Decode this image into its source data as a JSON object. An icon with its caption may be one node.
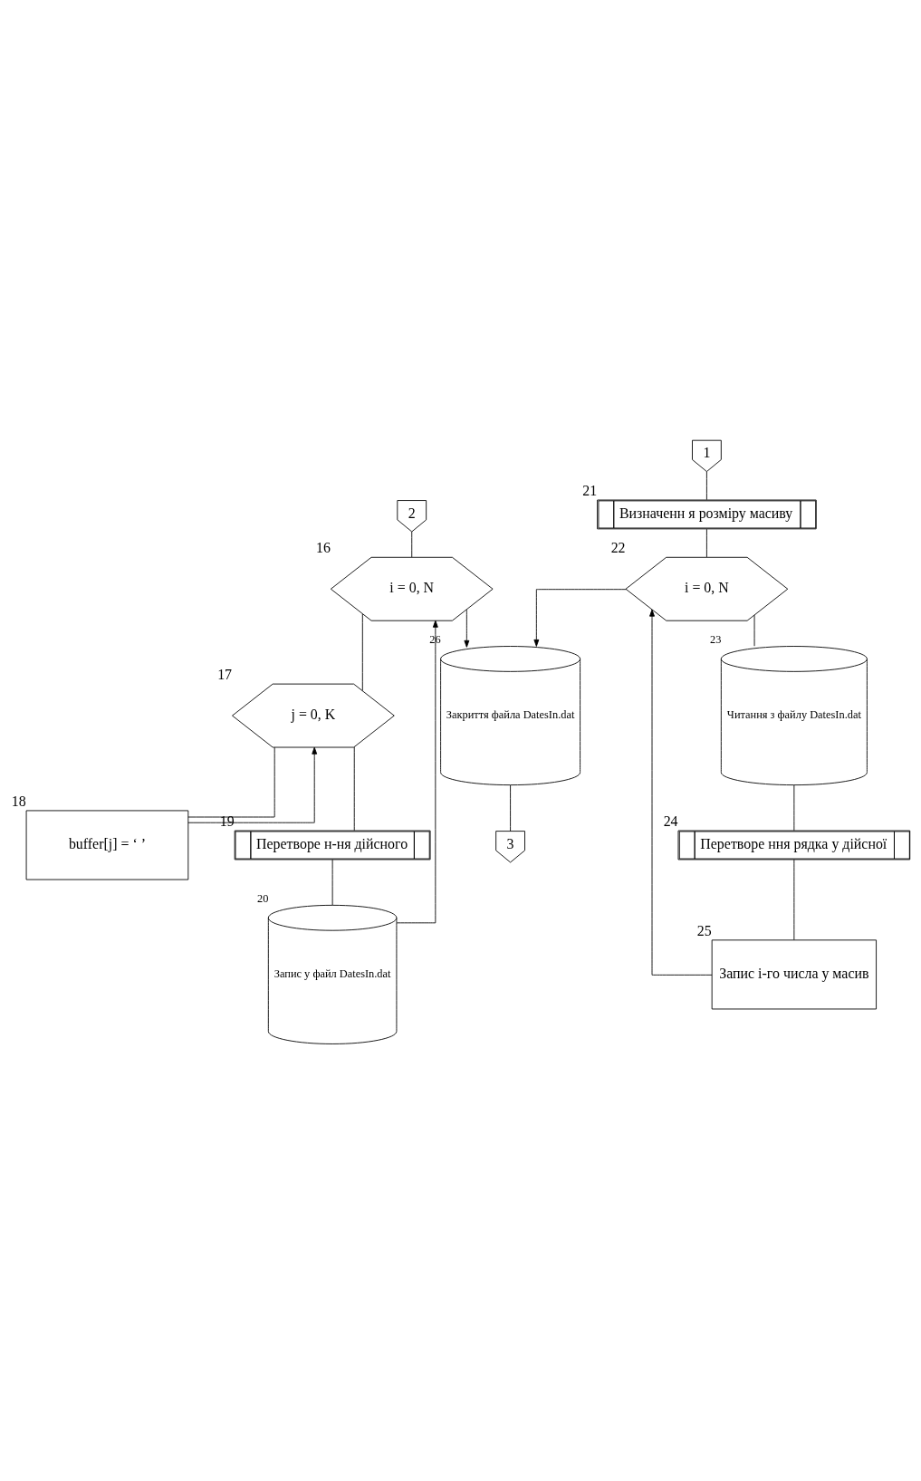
{
  "diagram": {
    "nodes": [
      {
        "text": [
          "2"
        ]
      },
      {
        "text": [
          "i = 0, N"
        ],
        "beside": [
          "16"
        ]
      },
      {
        "text": [
          "j = 0, K"
        ],
        "beside": [
          "17"
        ]
      },
      {
        "text": [
          "buffer[j] = ‘ ’"
        ],
        "beside": [
          "18"
        ]
      },
      {
        "text": [
          "Перетворе н-ня дійсного"
        ],
        "beside": [
          "19"
        ]
      },
      {
        "text": [
          "Запис у файл DatesIn.dat"
        ],
        "beside": [
          "20"
        ]
      },
      {
        "text": [
          "1"
        ]
      },
      {
        "text": [
          "Визначенн я розміру масиву"
        ],
        "beside": [
          "21"
        ]
      },
      {
        "text": [
          "i = 0, N"
        ],
        "beside": [
          "22"
        ]
      },
      {
        "text": [
          "Читання з файлу DatesIn.dat"
        ],
        "beside": [
          "23"
        ]
      },
      {
        "text": [
          "Перетворе ння рядка у дійсної"
        ],
        "beside": [
          "24"
        ]
      },
      {
        "text": [
          "Запис і-го числа у масив"
        ],
        "beside": [
          "25"
        ]
      },
      {
        "text": [
          "Закриття файла DatesIn.dat"
        ],
        "beside": [
          "26"
        ]
      },
      {
        "text": [
          "3"
        ]
      }
    ],
    "edges": [
      {
        "from": 0,
        "to": 1,
        "arrow": "none"
      },
      {
        "from": 1,
        "to": 2,
        "arrow": "none"
      },
      {
        "from": 2,
        "to": 3,
        "arrow": "none"
      },
      {
        "from": 3,
        "to": 2,
        "arrow": "to"
      },
      {
        "from": 2,
        "to": 4,
        "arrow": "none"
      },
      {
        "from": 4,
        "to": 5,
        "arrow": "none"
      },
      {
        "from": 5,
        "to": 1,
        "arrow": "to"
      },
      {
        "from": 1,
        "to": 12,
        "arrow": "to"
      },
      {
        "from": 6,
        "to": 7,
        "arrow": "none"
      },
      {
        "from": 7,
        "to": 8,
        "arrow": "none"
      },
      {
        "from": 8,
        "to": 9,
        "arrow": "none"
      },
      {
        "from": 9,
        "to": 10,
        "arrow": "none"
      },
      {
        "from": 10,
        "to": 11,
        "arrow": "none"
      },
      {
        "from": 11,
        "to": 8,
        "arrow": "to"
      },
      {
        "from": 8,
        "to": 12,
        "arrow": "to"
      },
      {
        "from": 12,
        "to": 13,
        "arrow": "none"
      }
    ]
  }
}
